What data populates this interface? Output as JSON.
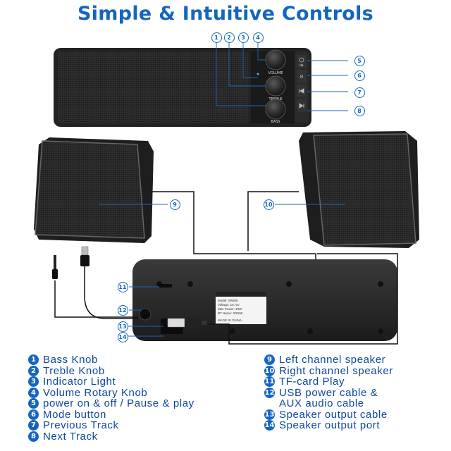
{
  "title": "Simple & Intuitive Controls",
  "callouts": {
    "c1": "1",
    "c2": "2",
    "c3": "3",
    "c4": "4",
    "c5": "5",
    "c6": "6",
    "c7": "7",
    "c8": "8",
    "c9": "9",
    "c10": "10",
    "c11": "11",
    "c12": "12",
    "c13": "13",
    "c14": "14"
  },
  "panel_labels": {
    "volume": "VOLUME",
    "treble": "TREBLE",
    "bass": "BASS"
  },
  "rating_label": {
    "model": "Model: SR606",
    "voltage": "Voltage: DC 5V",
    "power": "Max Power: 10W",
    "bt_name": "BT Name: SR606",
    "made_in": "MADE IN CHINA"
  },
  "legend_left": [
    {
      "num": "1",
      "text": "Bass Knob"
    },
    {
      "num": "2",
      "text": "Treble Knob"
    },
    {
      "num": "3",
      "text": "Indicator Light"
    },
    {
      "num": "4",
      "text": "Volume Rotary Knob"
    },
    {
      "num": "5",
      "text": "power on & off / Pause & play"
    },
    {
      "num": "6",
      "text": "Mode button"
    },
    {
      "num": "7",
      "text": "Previous Track"
    },
    {
      "num": "8",
      "text": "Next Track"
    }
  ],
  "legend_right": [
    {
      "num": "9",
      "text": "Left channel speaker"
    },
    {
      "num": "10",
      "text": "Right channel speaker"
    },
    {
      "num": "11",
      "text": "TF-card Play"
    },
    {
      "num": "12",
      "text": "USB power cable &",
      "cont": "AUX audio cable"
    },
    {
      "num": "13",
      "text": "Speaker output cable"
    },
    {
      "num": "14",
      "text": "Speaker output port"
    }
  ],
  "colors": {
    "accent": "#1565c0",
    "speaker_body": "#2b2b2b",
    "grille": "#3a3a3a"
  }
}
